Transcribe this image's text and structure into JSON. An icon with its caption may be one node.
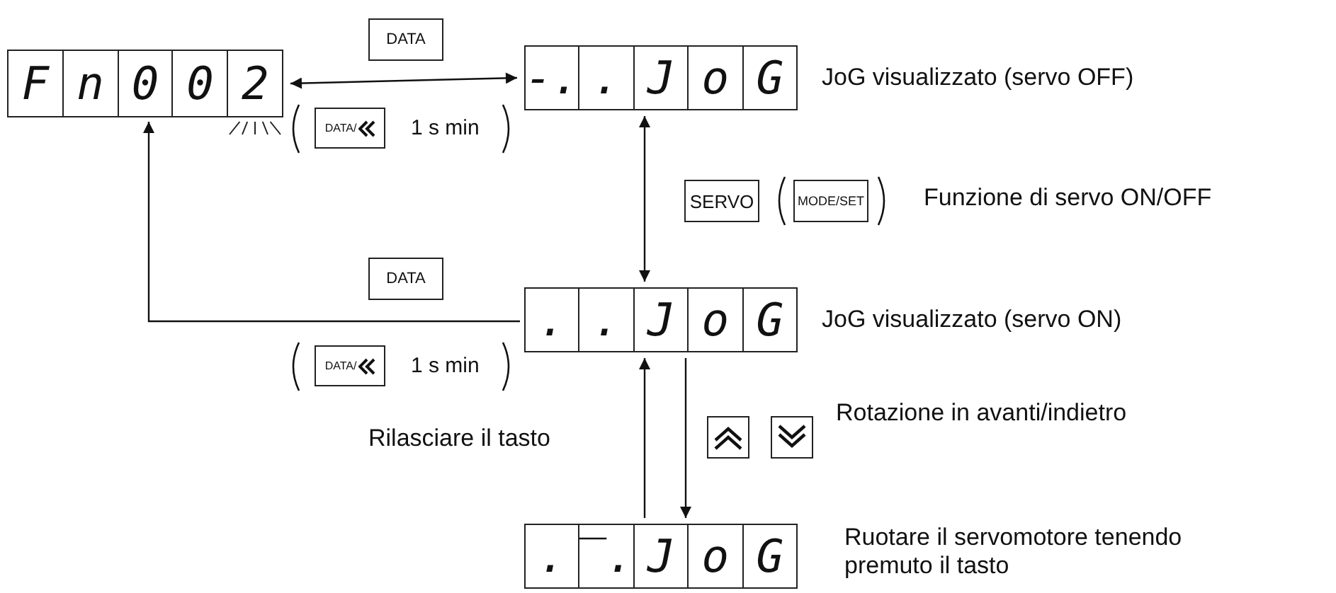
{
  "diagram": {
    "nodes": [
      {
        "text": [
          "F",
          "n",
          "0",
          "0",
          "2"
        ]
      },
      {
        "text": [
          "-.",
          ".",
          "J",
          "o",
          "G"
        ],
        "beside": [
          "JoG visualizzato (servo OFF)"
        ]
      },
      {
        "text": [
          ".",
          ".",
          "J",
          "o",
          "G"
        ],
        "beside": [
          "JoG visualizzato (servo ON)"
        ]
      },
      {
        "text": [
          ".",
          "‾.",
          "J",
          "o",
          "G"
        ],
        "beside": [
          "Ruotare il servomotore tenendo premuto il tasto"
        ]
      }
    ],
    "edges": [
      {
        "from": 0,
        "to": 1,
        "arrow": "both"
      },
      {
        "from": 1,
        "to": 2,
        "arrow": "both"
      },
      {
        "from": 2,
        "to": 0,
        "arrow": "to"
      },
      {
        "from": 3,
        "to": 2,
        "arrow": "to"
      },
      {
        "from": 2,
        "to": 3,
        "arrow": "to"
      }
    ],
    "labels": [
      "DATA",
      "DATA/",
      "1 s min",
      "SERVO",
      "MODE/SET",
      "Funzione di servo ON/OFF",
      "DATA",
      "DATA/",
      "1 s min",
      "Rotazione in avanti/indietro",
      "Rilasciare il tasto"
    ]
  }
}
